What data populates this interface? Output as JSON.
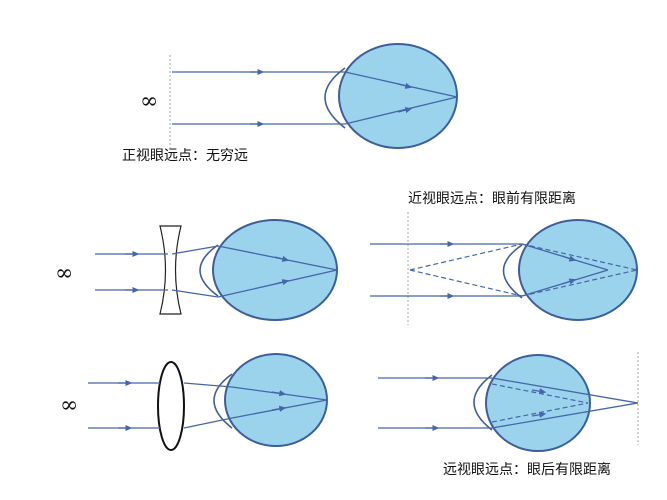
{
  "colors": {
    "eye_fill": "#9cd3ec",
    "eye_stroke": "#3d5f99",
    "ray": "#4466aa",
    "axis": "#aaaaaa",
    "lens": "#222222",
    "text": "#111111"
  },
  "panels": {
    "emmetropia": {
      "infinity": "∞",
      "caption": "正视眼远点：无穷远"
    },
    "myopia_corrected": {
      "infinity": "∞"
    },
    "myopia": {
      "caption": "近视眼远点：眼前有限距离"
    },
    "hyperopia_corrected": {
      "infinity": "∞"
    },
    "hyperopia": {
      "caption": "远视眼远点：眼后有限距离"
    }
  }
}
